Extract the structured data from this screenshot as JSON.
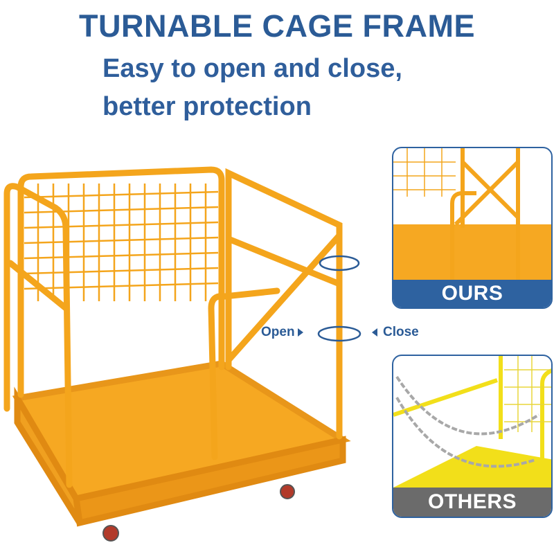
{
  "header": {
    "title": "TURNABLE CAGE FRAME",
    "subtitle_line1": "Easy to open and close,",
    "subtitle_line2": "better protection"
  },
  "annotations": {
    "open_label": "Open",
    "close_label": "Close"
  },
  "comparison": {
    "ours_label": "OURS",
    "others_label": "OTHERS"
  },
  "colors": {
    "title": "#2b5b96",
    "cage": "#f4a51c",
    "ours_band": "#2e62a0",
    "others_band": "#6b6b6b",
    "others_cage": "#f2df1a"
  }
}
